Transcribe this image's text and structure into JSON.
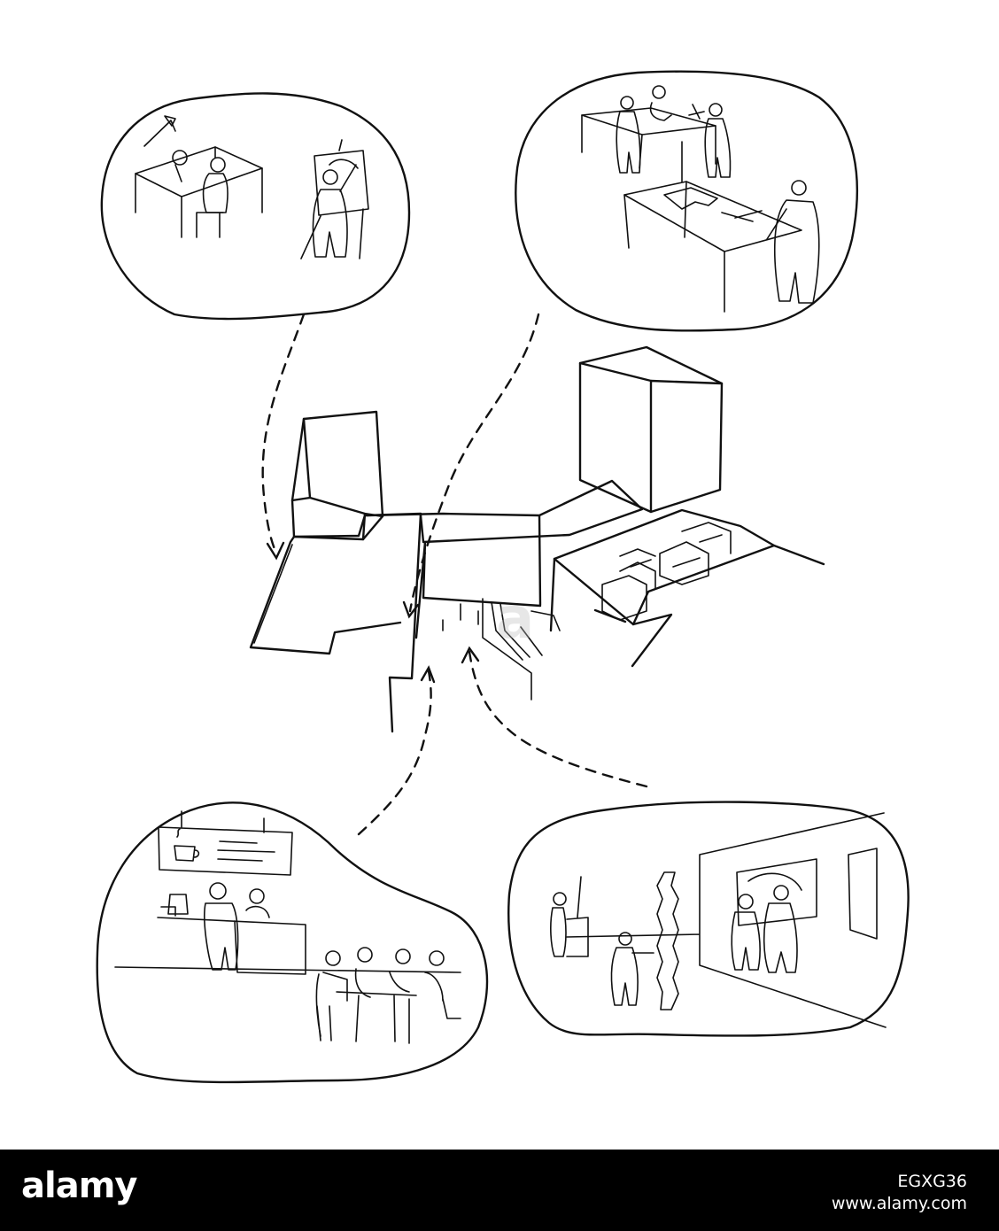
{
  "watermark": {
    "text": "a"
  },
  "footer": {
    "logo": "alamy",
    "image_id": "EGXG36",
    "url": "www.alamy.com"
  },
  "colors": {
    "ink": "#111111",
    "footer_background": "#000000",
    "footer_text": "#ffffff"
  },
  "icons": [
    "coffee-cup-icon",
    "cash-register-icon",
    "desk-lamp-icon",
    "easel-icon"
  ]
}
